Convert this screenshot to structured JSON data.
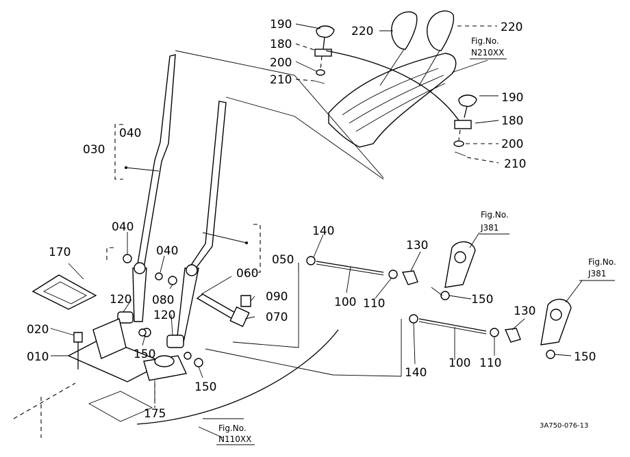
{
  "part_labels": [
    {
      "id": "p190a",
      "text": "190"
    },
    {
      "id": "p180a",
      "text": "180"
    },
    {
      "id": "p200a",
      "text": "200"
    },
    {
      "id": "p210a",
      "text": "210"
    },
    {
      "id": "p220a",
      "text": "220"
    },
    {
      "id": "p220b",
      "text": "220"
    },
    {
      "id": "p190b",
      "text": "190"
    },
    {
      "id": "p180b",
      "text": "180"
    },
    {
      "id": "p200b",
      "text": "200"
    },
    {
      "id": "p210b",
      "text": "210"
    },
    {
      "id": "p030",
      "text": "030"
    },
    {
      "id": "p040a",
      "text": "040"
    },
    {
      "id": "p040b",
      "text": "040"
    },
    {
      "id": "p040c",
      "text": "040"
    },
    {
      "id": "p170",
      "text": "170"
    },
    {
      "id": "p020",
      "text": "020"
    },
    {
      "id": "p010",
      "text": "010"
    },
    {
      "id": "p120a",
      "text": "120"
    },
    {
      "id": "p120b",
      "text": "120"
    },
    {
      "id": "p080",
      "text": "080"
    },
    {
      "id": "p060",
      "text": "060"
    },
    {
      "id": "p090",
      "text": "090"
    },
    {
      "id": "p070",
      "text": "070"
    },
    {
      "id": "p150a",
      "text": "150"
    },
    {
      "id": "p150b",
      "text": "150"
    },
    {
      "id": "p175",
      "text": "175"
    },
    {
      "id": "p050",
      "text": "050"
    },
    {
      "id": "p140a",
      "text": "140"
    },
    {
      "id": "p100a",
      "text": "100"
    },
    {
      "id": "p110a",
      "text": "110"
    },
    {
      "id": "p130a",
      "text": "130"
    },
    {
      "id": "p150c",
      "text": "150"
    },
    {
      "id": "p130b",
      "text": "130"
    },
    {
      "id": "p140b",
      "text": "140"
    },
    {
      "id": "p100b",
      "text": "100"
    },
    {
      "id": "p110b",
      "text": "110"
    },
    {
      "id": "p150d",
      "text": "150"
    }
  ],
  "figure_refs": [
    {
      "id": "ref-n210",
      "caption": "Fig.No.",
      "number": "N210XX"
    },
    {
      "id": "ref-j381a",
      "caption": "Fig.No.",
      "number": "J381"
    },
    {
      "id": "ref-j381b",
      "caption": "Fig.No.",
      "number": "J381"
    },
    {
      "id": "ref-n110",
      "caption": "Fig.No.",
      "number": "N110XX"
    }
  ],
  "drawing_code": "3A750-076-13"
}
